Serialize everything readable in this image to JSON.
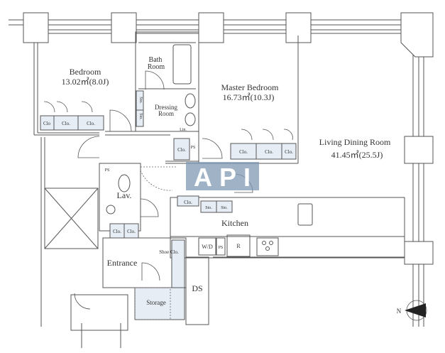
{
  "rooms": {
    "bedroom": {
      "name": "Bedroom",
      "area": "13.02㎡(8.0J)"
    },
    "bath": {
      "line1": "Bath",
      "line2": "Room"
    },
    "dressing": {
      "line1": "Dressing",
      "line2": "Room"
    },
    "master": {
      "name": "Master Bedroom",
      "area": "16.73㎡(10.3J)"
    },
    "living": {
      "name": "Living Dining Room",
      "area": "41.45㎡(25.5J)"
    },
    "lav": "Lav.",
    "kitchen": "Kitchen",
    "entrance": "Entrance",
    "storage": "Storage",
    "ds": "DS"
  },
  "labels": {
    "clo": "Clo",
    "clo_dot": "Clo.",
    "sto": "Sto.",
    "lin": "Lin.",
    "ps": "PS",
    "wd": "W/D",
    "r": "R",
    "shoe_clo": "Shoe Clo."
  },
  "watermark": "API",
  "compass": "N",
  "colors": {
    "closet": "#e6edf5",
    "watermark": "#7f98b3",
    "wall": "#555555"
  }
}
